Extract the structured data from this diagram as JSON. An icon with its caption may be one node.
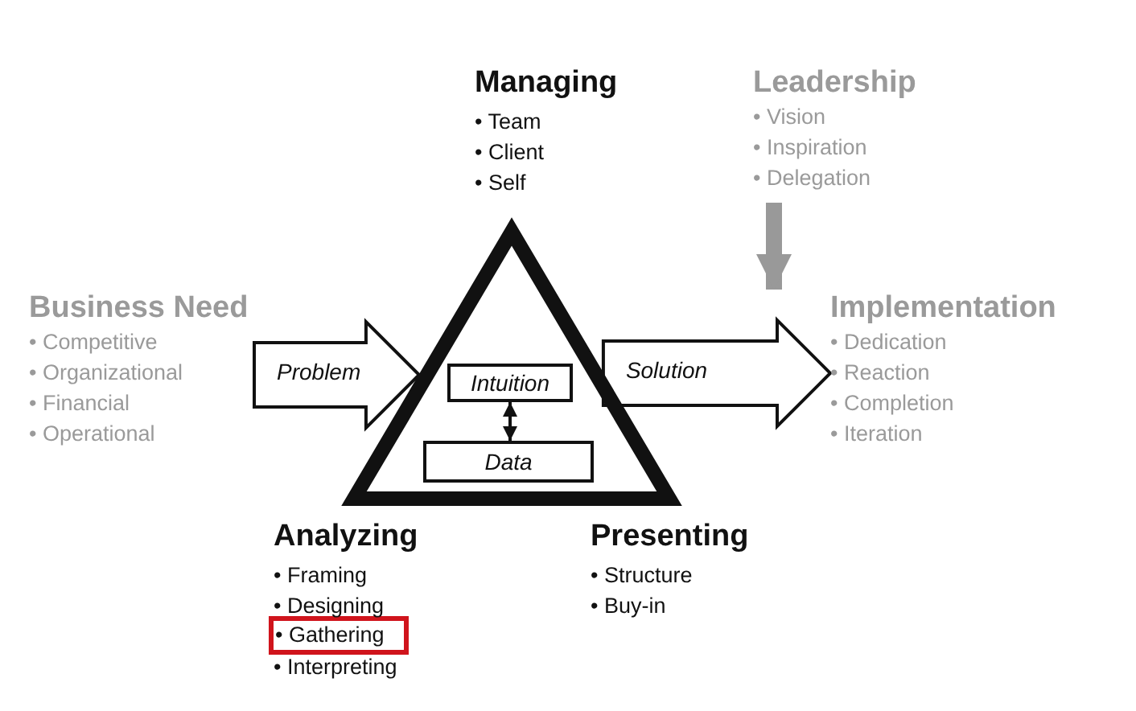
{
  "diagram": {
    "nodes": [
      {
        "text": [
          "Business Need",
          "• Competitive",
          "• Organizational",
          "• Financial",
          "• Operational"
        ]
      },
      {
        "text": [],
        "shape": "triangle"
      },
      {
        "text": [
          "Intuition"
        ],
        "in": 1
      },
      {
        "text": [
          "Data"
        ],
        "in": 1
      },
      {
        "text": [
          "Leadership",
          "• Vision",
          "• Inspiration",
          "• Delegation"
        ]
      },
      {
        "text": [
          "Implementation",
          "• Dedication",
          "• Reaction",
          "• Completion",
          "• Iteration"
        ]
      },
      {
        "text": [
          "• Gathering"
        ]
      }
    ],
    "edges": [
      {
        "from": 0,
        "to": 1,
        "label": "Problem",
        "arrow": "to"
      },
      {
        "from": 2,
        "to": 3,
        "arrow": "both"
      },
      {
        "from": 1,
        "to": 5,
        "label": "Solution",
        "arrow": "to"
      },
      {
        "from": 4,
        "to": 5,
        "arrow": "to",
        "style": "thick",
        "color": "#999999"
      }
    ],
    "labels": [
      "Managing",
      "• Team",
      "• Client",
      "• Self",
      "Analyzing",
      "• Framing",
      "• Designing",
      "• Interpreting",
      "Presenting",
      "• Structure",
      "• Buy-in"
    ]
  }
}
